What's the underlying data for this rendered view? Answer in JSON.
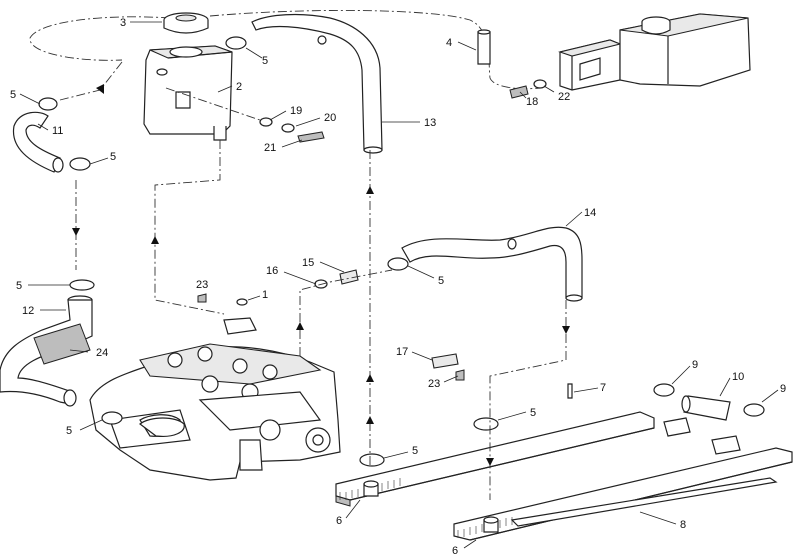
{
  "diagram": {
    "callouts": [
      "1",
      "2",
      "3",
      "4",
      "5",
      "6",
      "7",
      "8",
      "9",
      "10",
      "11",
      "12",
      "13",
      "14",
      "15",
      "16",
      "17",
      "18",
      "19",
      "20",
      "21",
      "22",
      "23",
      "24"
    ]
  }
}
